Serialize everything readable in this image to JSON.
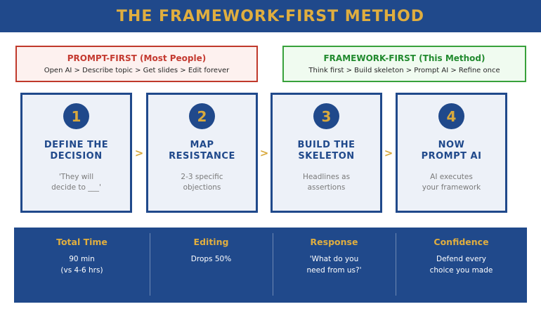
{
  "banner": {
    "title": "THE FRAMEWORK-FIRST METHOD"
  },
  "comparison": {
    "prompt_first": {
      "heading": "PROMPT-FIRST (Most People)",
      "flow": "Open AI > Describe topic > Get slides > Edit forever"
    },
    "framework_first": {
      "heading": "FRAMEWORK-FIRST (This Method)",
      "flow": "Think first > Build skeleton > Prompt AI > Refine once"
    }
  },
  "connector_glyph": ">",
  "steps": [
    {
      "number": "1",
      "title_line1": "DEFINE THE",
      "title_line2": "DECISION",
      "desc_line1": "'They will",
      "desc_line2": "decide to ___'"
    },
    {
      "number": "2",
      "title_line1": "MAP",
      "title_line2": "RESISTANCE",
      "desc_line1": "2-3 specific",
      "desc_line2": "objections"
    },
    {
      "number": "3",
      "title_line1": "BUILD THE",
      "title_line2": "SKELETON",
      "desc_line1": "Headlines as",
      "desc_line2": "assertions"
    },
    {
      "number": "4",
      "title_line1": "NOW",
      "title_line2": "PROMPT AI",
      "desc_line1": "AI executes",
      "desc_line2": "your framework"
    }
  ],
  "stats": [
    {
      "label": "Total Time",
      "line1": "90 min",
      "line2": "(vs 4-6 hrs)"
    },
    {
      "label": "Editing",
      "line1": "Drops 50%",
      "line2": ""
    },
    {
      "label": "Response",
      "line1": "'What do you",
      "line2": "need from us?'"
    },
    {
      "label": "Confidence",
      "line1": "Defend every",
      "line2": "choice you made"
    }
  ],
  "colors": {
    "primary_blue": "#20498B",
    "gold": "#D9A93C",
    "red_accent": "#C0392B",
    "green_accent": "#218A2E",
    "card_background": "#EDF1F8"
  }
}
